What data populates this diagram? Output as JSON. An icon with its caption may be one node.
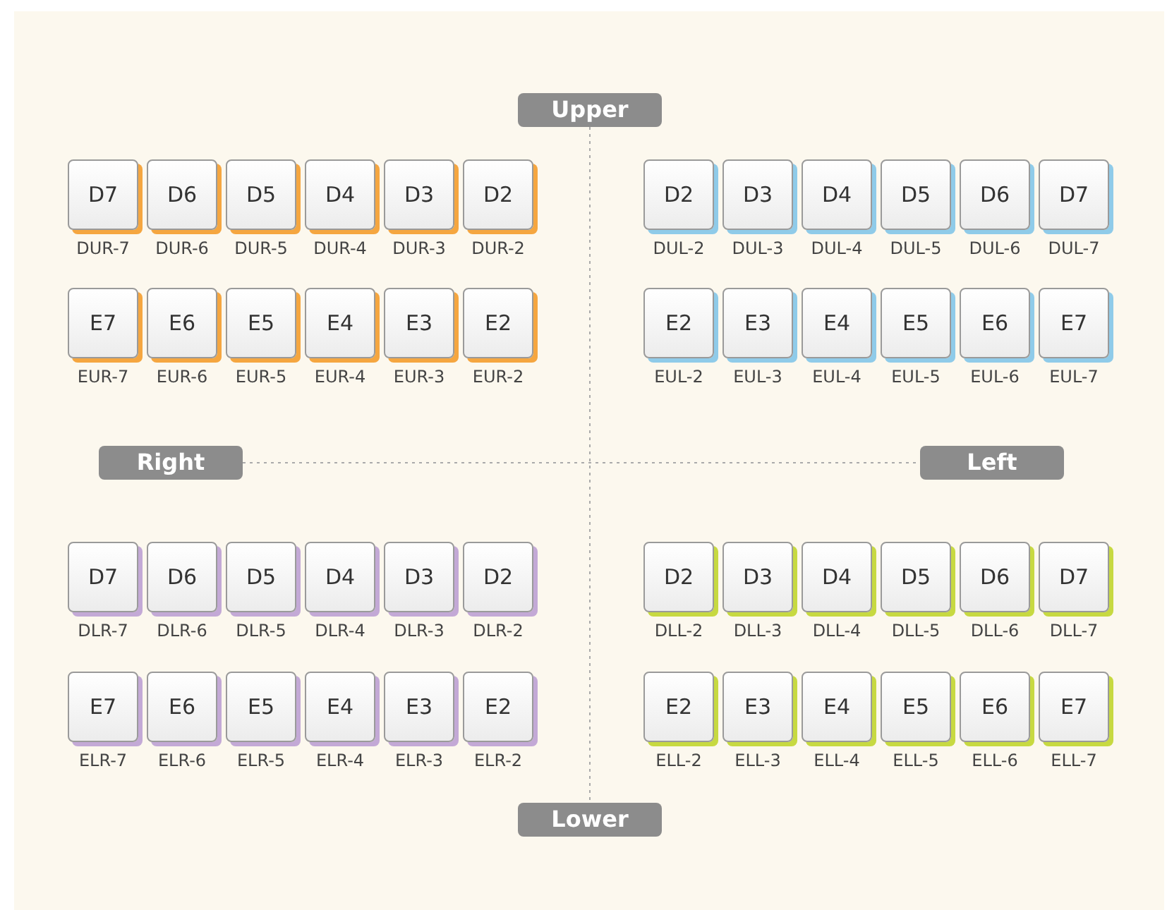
{
  "diagram": {
    "nodes": [
      {
        "text": [
          "Upper"
        ]
      },
      {
        "text": [
          "D7"
        ],
        "beside": [
          "DUR-7"
        ]
      },
      {
        "text": [
          "D6"
        ],
        "beside": [
          "DUR-6"
        ]
      },
      {
        "text": [
          "D5"
        ],
        "beside": [
          "DUR-5"
        ]
      },
      {
        "text": [
          "D4"
        ],
        "beside": [
          "DUR-4"
        ]
      },
      {
        "text": [
          "D3"
        ],
        "beside": [
          "DUR-3"
        ]
      },
      {
        "text": [
          "D2"
        ],
        "beside": [
          "DUR-2"
        ]
      },
      {
        "text": [
          "D2"
        ],
        "beside": [
          "DUL-2"
        ]
      },
      {
        "text": [
          "D3"
        ],
        "beside": [
          "DUL-3"
        ]
      },
      {
        "text": [
          "D4"
        ],
        "beside": [
          "DUL-4"
        ]
      },
      {
        "text": [
          "D5"
        ],
        "beside": [
          "DUL-5"
        ]
      },
      {
        "text": [
          "D6"
        ],
        "beside": [
          "DUL-6"
        ]
      },
      {
        "text": [
          "D7"
        ],
        "beside": [
          "DUL-7"
        ]
      },
      {
        "text": [
          "E7"
        ],
        "beside": [
          "EUR-7"
        ]
      },
      {
        "text": [
          "E6"
        ],
        "beside": [
          "EUR-6"
        ]
      },
      {
        "text": [
          "E5"
        ],
        "beside": [
          "EUR-5"
        ]
      },
      {
        "text": [
          "E4"
        ],
        "beside": [
          "EUR-4"
        ]
      },
      {
        "text": [
          "E3"
        ],
        "beside": [
          "EUR-3"
        ]
      },
      {
        "text": [
          "E2"
        ],
        "beside": [
          "EUR-2"
        ]
      },
      {
        "text": [
          "E2"
        ],
        "beside": [
          "EUL-2"
        ]
      },
      {
        "text": [
          "E3"
        ],
        "beside": [
          "EUL-3"
        ]
      },
      {
        "text": [
          "E4"
        ],
        "beside": [
          "EUL-4"
        ]
      },
      {
        "text": [
          "E5"
        ],
        "beside": [
          "EUL-5"
        ]
      },
      {
        "text": [
          "E6"
        ],
        "beside": [
          "EUL-6"
        ]
      },
      {
        "text": [
          "E7"
        ],
        "beside": [
          "EUL-7"
        ]
      },
      {
        "text": [
          "Right"
        ]
      },
      {
        "text": [
          "Left"
        ]
      },
      {
        "text": [
          "D7"
        ],
        "beside": [
          "DLR-7"
        ]
      },
      {
        "text": [
          "D6"
        ],
        "beside": [
          "DLR-6"
        ]
      },
      {
        "text": [
          "D5"
        ],
        "beside": [
          "DLR-5"
        ]
      },
      {
        "text": [
          "D4"
        ],
        "beside": [
          "DLR-4"
        ]
      },
      {
        "text": [
          "D3"
        ],
        "beside": [
          "DLR-3"
        ]
      },
      {
        "text": [
          "D2"
        ],
        "beside": [
          "DLR-2"
        ]
      },
      {
        "text": [
          "D2"
        ],
        "beside": [
          "DLL-2"
        ]
      },
      {
        "text": [
          "D3"
        ],
        "beside": [
          "DLL-3"
        ]
      },
      {
        "text": [
          "D4"
        ],
        "beside": [
          "DLL-4"
        ]
      },
      {
        "text": [
          "D5"
        ],
        "beside": [
          "DLL-5"
        ]
      },
      {
        "text": [
          "D6"
        ],
        "beside": [
          "DLL-6"
        ]
      },
      {
        "text": [
          "D7"
        ],
        "beside": [
          "DLL-7"
        ]
      },
      {
        "text": [
          "E7"
        ],
        "beside": [
          "ELR-7"
        ]
      },
      {
        "text": [
          "E6"
        ],
        "beside": [
          "ELR-6"
        ]
      },
      {
        "text": [
          "E5"
        ],
        "beside": [
          "ELR-5"
        ]
      },
      {
        "text": [
          "E4"
        ],
        "beside": [
          "ELR-4"
        ]
      },
      {
        "text": [
          "E3"
        ],
        "beside": [
          "ELR-3"
        ]
      },
      {
        "text": [
          "E2"
        ],
        "beside": [
          "ELR-2"
        ]
      },
      {
        "text": [
          "E2"
        ],
        "beside": [
          "ELL-2"
        ]
      },
      {
        "text": [
          "E3"
        ],
        "beside": [
          "ELL-3"
        ]
      },
      {
        "text": [
          "E4"
        ],
        "beside": [
          "ELL-4"
        ]
      },
      {
        "text": [
          "E5"
        ],
        "beside": [
          "ELL-5"
        ]
      },
      {
        "text": [
          "E6"
        ],
        "beside": [
          "ELL-6"
        ]
      },
      {
        "text": [
          "E7"
        ],
        "beside": [
          "ELL-7"
        ]
      },
      {
        "text": [
          "Lower"
        ]
      }
    ],
    "edges": [
      {
        "from": 0,
        "to": 51,
        "arrow": "none",
        "style": "dashed"
      },
      {
        "from": 25,
        "to": 26,
        "arrow": "none",
        "style": "dashed"
      }
    ]
  }
}
